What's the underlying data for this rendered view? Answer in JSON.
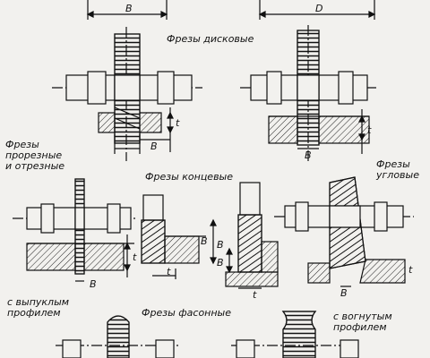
{
  "titles": {
    "disc": "Фрезы дисковые",
    "slitting": "Фрезы\nпрорезные\nи отрезные",
    "end": "Фрезы концевые",
    "angle": "Фрезы\nугловые",
    "convex": "с выпуклым\nпрофилем",
    "form": "Фрезы фасонные",
    "concave": "с вогнутым\nпрофилем"
  },
  "dims": {
    "B": "B",
    "D": "D",
    "t": "t"
  }
}
